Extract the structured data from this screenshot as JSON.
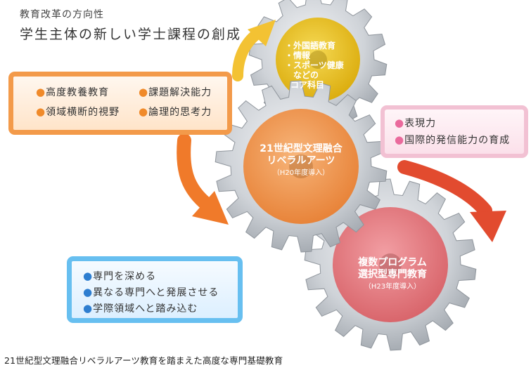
{
  "header": {
    "subtitle": "教育改革の方向性",
    "title": "学生主体の新しい学士課程の創成"
  },
  "orange_box": {
    "items": [
      "高度教養教育",
      "課題解決能力",
      "領域横断的視野",
      "論理的思考力"
    ]
  },
  "pink_box": {
    "items": [
      "表現力",
      "国際的発信能力の育成"
    ]
  },
  "blue_box": {
    "items": [
      "専門を深める",
      "異なる専門へと発展させる",
      "学際領域へと踏み込む"
    ]
  },
  "gears": {
    "top": {
      "lines": [
        "・外国語教育",
        "・情報",
        "・スポーツ健康",
        "などの",
        "コア科目"
      ]
    },
    "middle": {
      "line1": "21世紀型文理融合",
      "line2": "リベラルアーツ",
      "sub": "（H20年度導入）"
    },
    "bottom": {
      "line1": "複数プログラム",
      "line2": "選択型専門教育",
      "sub": "（H23年度導入）"
    }
  },
  "footer": {
    "text": "21世紀型文理融合リベラルアーツ教育を踏まえた高度な専門基礎教育"
  },
  "colors": {
    "gear_metal": "#c9cdd2",
    "gear_top_center": "#e9c21f",
    "gear_middle_center": "#ee9a4e",
    "gear_bottom_center": "#e27a7f",
    "arrow_yellow": "#f3c233",
    "arrow_orange": "#f07a2a",
    "arrow_red": "#e24b2f"
  }
}
